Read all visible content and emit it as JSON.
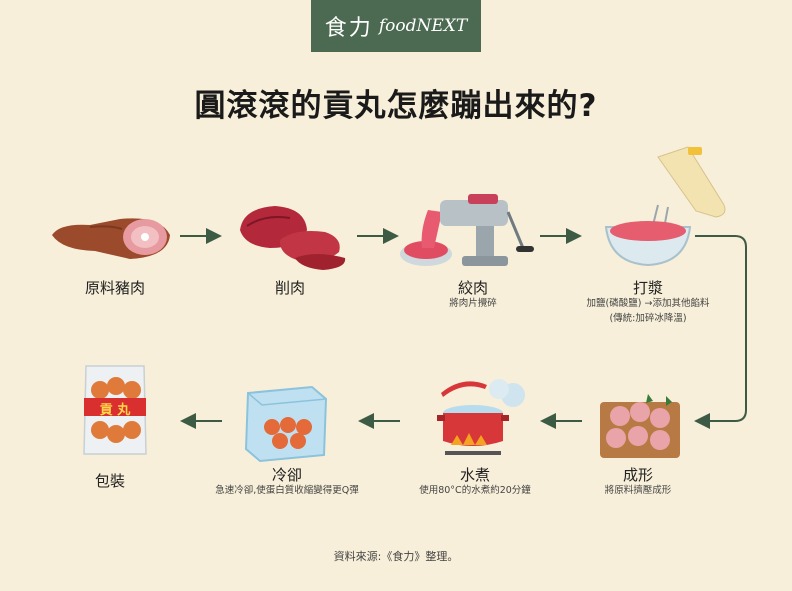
{
  "brand": {
    "zh": "食力",
    "en": "foodNEXT"
  },
  "title": "圓滾滾的貢丸怎麼蹦出來的?",
  "steps": [
    {
      "label": "原料豬肉",
      "desc": ""
    },
    {
      "label": "削肉",
      "desc": ""
    },
    {
      "label": "絞肉",
      "desc": "將肉片攪碎"
    },
    {
      "label": "打漿",
      "desc": "加鹽(磷酸鹽) →添加其他餡料",
      "desc2": "(傳統:加碎冰降溫)"
    },
    {
      "label": "成形",
      "desc": "將原料擠壓成形"
    },
    {
      "label": "水煮",
      "desc": "使用80°C的水煮約20分鐘"
    },
    {
      "label": "冷卻",
      "desc": "急速冷卻,使蛋白質收縮變得更Q彈"
    },
    {
      "label": "包裝",
      "desc": ""
    }
  ],
  "package_text": "貢 丸",
  "source": "資料來源:《食力》整理。",
  "colors": {
    "brand": "#4c6a52",
    "arrow": "#3d5a45",
    "background": "#f7efd9",
    "meat": "#c9404a"
  }
}
